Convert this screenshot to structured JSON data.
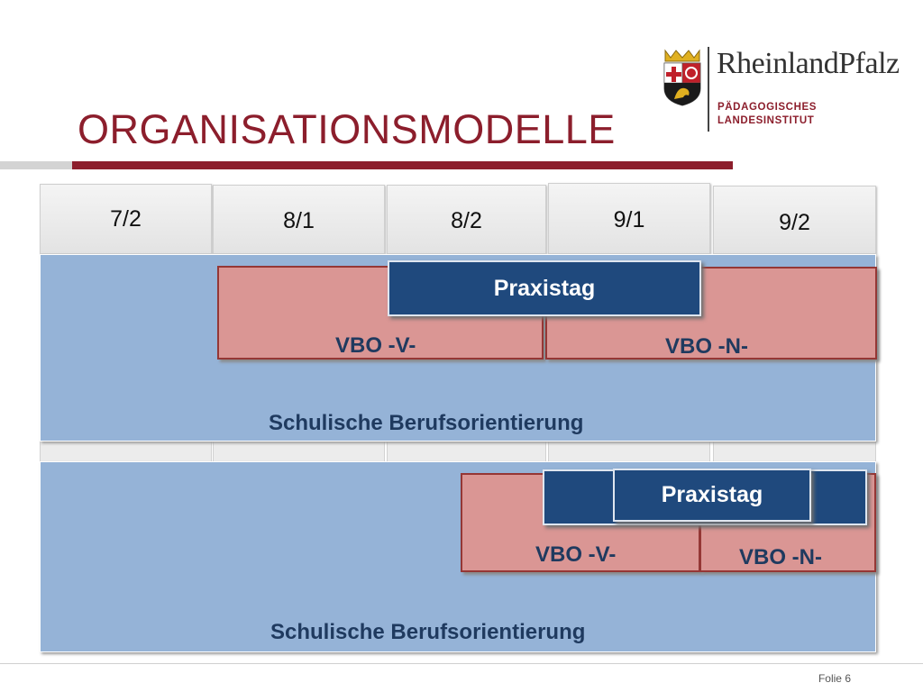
{
  "title": "ORGANISATIONSMODELLE",
  "logo": {
    "name": "RheinlandPfalz",
    "line1": "PÄDAGOGISCHES",
    "line2": "LANDESINSTITUT",
    "crest_icon": "coat-of-arms-icon"
  },
  "columns": [
    "7/2",
    "8/1",
    "8/2",
    "9/1",
    "9/2"
  ],
  "band1": {
    "label": "Schulische  Berufsorientierung",
    "vbo_v": "VBO -V-",
    "vbo_n": "VBO -N-",
    "praxistag": "Praxistag"
  },
  "band2": {
    "label": "Schulische  Berufsorientierung",
    "vbo_v": "VBO -V-",
    "vbo_n": "VBO -N-",
    "praxistag": "Praxistag"
  },
  "footer": {
    "page": "Folie 6"
  },
  "colors": {
    "title": "#8c1e2c",
    "band": "#95b3d7",
    "vbo_fill": "#da9694",
    "vbo_border": "#953735",
    "praxistag": "#1f497d"
  }
}
